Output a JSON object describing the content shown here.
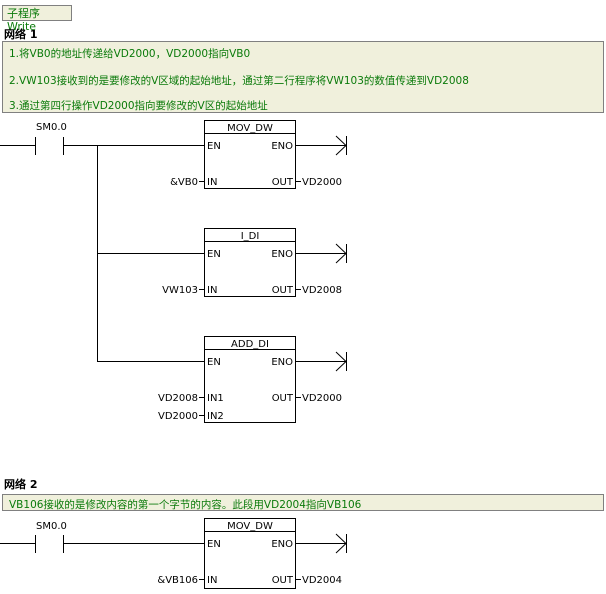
{
  "subroutine": {
    "title": "子程序Write"
  },
  "networks": [
    {
      "title": "网络 1",
      "comments": [
        "1.将VB0的地址传递给VD2000，VD2000指向VB0",
        "2.VW103接收到的是要修改的V区域的起始地址，通过第二行程序将VW103的数值传递到VD2008",
        "3.通过第四行操作VD2000指向要修改的V区的起始地址"
      ],
      "contact": "SM0.0",
      "boxes": [
        {
          "name": "MOV_DW",
          "en": "EN",
          "eno": "ENO",
          "in_pins": [
            "IN"
          ],
          "in_vals": [
            "&VB0"
          ],
          "out_pin": "OUT",
          "out_val": "VD2000"
        },
        {
          "name": "I_DI",
          "en": "EN",
          "eno": "ENO",
          "in_pins": [
            "IN"
          ],
          "in_vals": [
            "VW103"
          ],
          "out_pin": "OUT",
          "out_val": "VD2008"
        },
        {
          "name": "ADD_DI",
          "en": "EN",
          "eno": "ENO",
          "in_pins": [
            "IN1",
            "IN2"
          ],
          "in_vals": [
            "VD2008",
            "VD2000"
          ],
          "out_pin": "OUT",
          "out_val": "VD2000"
        }
      ]
    },
    {
      "title": "网络 2",
      "comments": [
        "VB106接收的是修改内容的第一个字节的内容。此段用VD2004指向VB106"
      ],
      "contact": "SM0.0",
      "boxes": [
        {
          "name": "MOV_DW",
          "en": "EN",
          "eno": "ENO",
          "in_pins": [
            "IN"
          ],
          "in_vals": [
            "&VB106"
          ],
          "out_pin": "OUT",
          "out_val": "VD2004"
        }
      ]
    }
  ]
}
